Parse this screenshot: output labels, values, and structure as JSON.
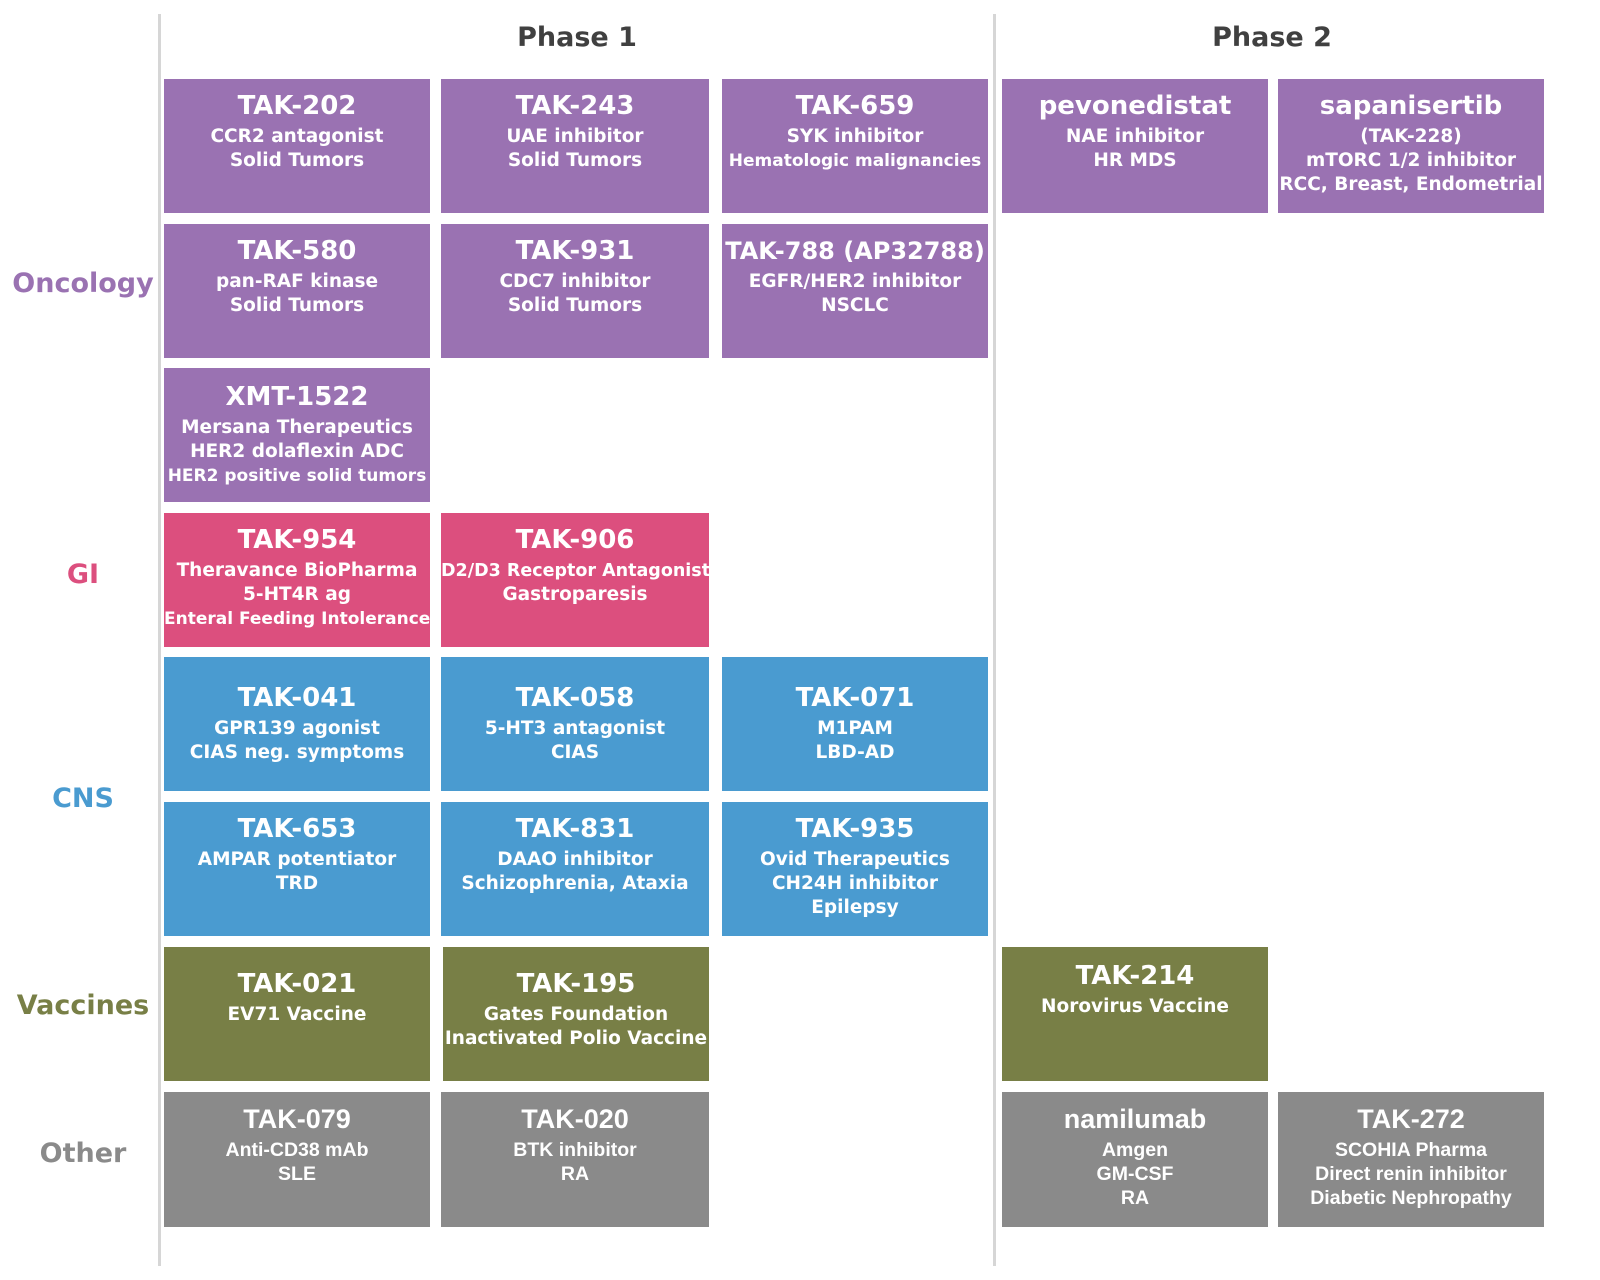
{
  "colors": {
    "oncology": "#9a72b2",
    "gi": "#dc4f7e",
    "cns": "#4a9bd0",
    "vaccines": "#787f46",
    "other": "#8a8a8a"
  },
  "phases": {
    "phase1": "Phase 1",
    "phase2": "Phase 2"
  },
  "categories": {
    "oncology": "Oncology",
    "gi": "GI",
    "cns": "CNS",
    "vaccines": "Vaccines",
    "other": "Other"
  },
  "cards": {
    "tak202": {
      "name": "TAK-202",
      "lines": [
        "CCR2 antagonist",
        "Solid Tumors"
      ]
    },
    "tak243": {
      "name": "TAK-243",
      "lines": [
        "UAE inhibitor",
        "Solid Tumors"
      ]
    },
    "tak659": {
      "name": "TAK-659",
      "lines": [
        "SYK inhibitor",
        "Hematologic malignancies"
      ]
    },
    "pevonedistat": {
      "name": "pevonedistat",
      "lines": [
        "NAE inhibitor",
        "HR MDS"
      ]
    },
    "sapanisertib": {
      "name": "sapanisertib",
      "lines": [
        "(TAK-228)",
        "mTORC 1/2  inhibitor",
        "RCC, Breast, Endometrial"
      ]
    },
    "tak580": {
      "name": "TAK-580",
      "lines": [
        "pan-RAF kinase",
        "Solid Tumors"
      ]
    },
    "tak931": {
      "name": "TAK-931",
      "lines": [
        "CDC7 inhibitor",
        "Solid Tumors"
      ]
    },
    "tak788": {
      "name": "TAK-788 (AP32788)",
      "lines": [
        "EGFR/HER2 inhibitor",
        "NSCLC"
      ]
    },
    "xmt1522": {
      "name": "XMT-1522",
      "lines": [
        "Mersana Therapeutics",
        "HER2 dolaflexin ADC",
        "HER2 positive solid tumors"
      ]
    },
    "tak954": {
      "name": "TAK-954",
      "lines": [
        "Theravance BioPharma",
        "5-HT4R ag",
        "Enteral Feeding Intolerance"
      ]
    },
    "tak906": {
      "name": "TAK-906",
      "lines": [
        "D2/D3 Receptor Antagonist",
        "Gastroparesis"
      ]
    },
    "tak041": {
      "name": "TAK-041",
      "lines": [
        "GPR139 agonist",
        "CIAS neg. symptoms"
      ]
    },
    "tak058": {
      "name": "TAK-058",
      "lines": [
        "5-HT3 antagonist",
        "CIAS"
      ]
    },
    "tak071": {
      "name": "TAK-071",
      "lines": [
        "M1PAM",
        "LBD-AD"
      ]
    },
    "tak653": {
      "name": "TAK-653",
      "lines": [
        "AMPAR potentiator",
        "TRD"
      ]
    },
    "tak831": {
      "name": "TAK-831",
      "lines": [
        "DAAO inhibitor",
        "Schizophrenia, Ataxia"
      ]
    },
    "tak935": {
      "name": "TAK-935",
      "lines": [
        "Ovid Therapeutics",
        "CH24H inhibitor",
        "Epilepsy"
      ]
    },
    "tak021": {
      "name": "TAK-021",
      "lines": [
        "EV71 Vaccine"
      ]
    },
    "tak195": {
      "name": "TAK-195",
      "lines": [
        "Gates Foundation",
        "Inactivated Polio Vaccine"
      ]
    },
    "tak214": {
      "name": "TAK-214",
      "lines": [
        "Norovirus Vaccine"
      ]
    },
    "tak079": {
      "name": "TAK-079",
      "lines": [
        "Anti-CD38 mAb",
        "SLE"
      ]
    },
    "tak020": {
      "name": "TAK-020",
      "lines": [
        "BTK inhibitor",
        "RA"
      ]
    },
    "namilumab": {
      "name": "namilumab",
      "lines": [
        "Amgen",
        "GM-CSF",
        "RA"
      ]
    },
    "tak272": {
      "name": "TAK-272",
      "lines": [
        "SCOHIA Pharma",
        "Direct renin inhibitor",
        "Diabetic Nephropathy"
      ]
    }
  }
}
